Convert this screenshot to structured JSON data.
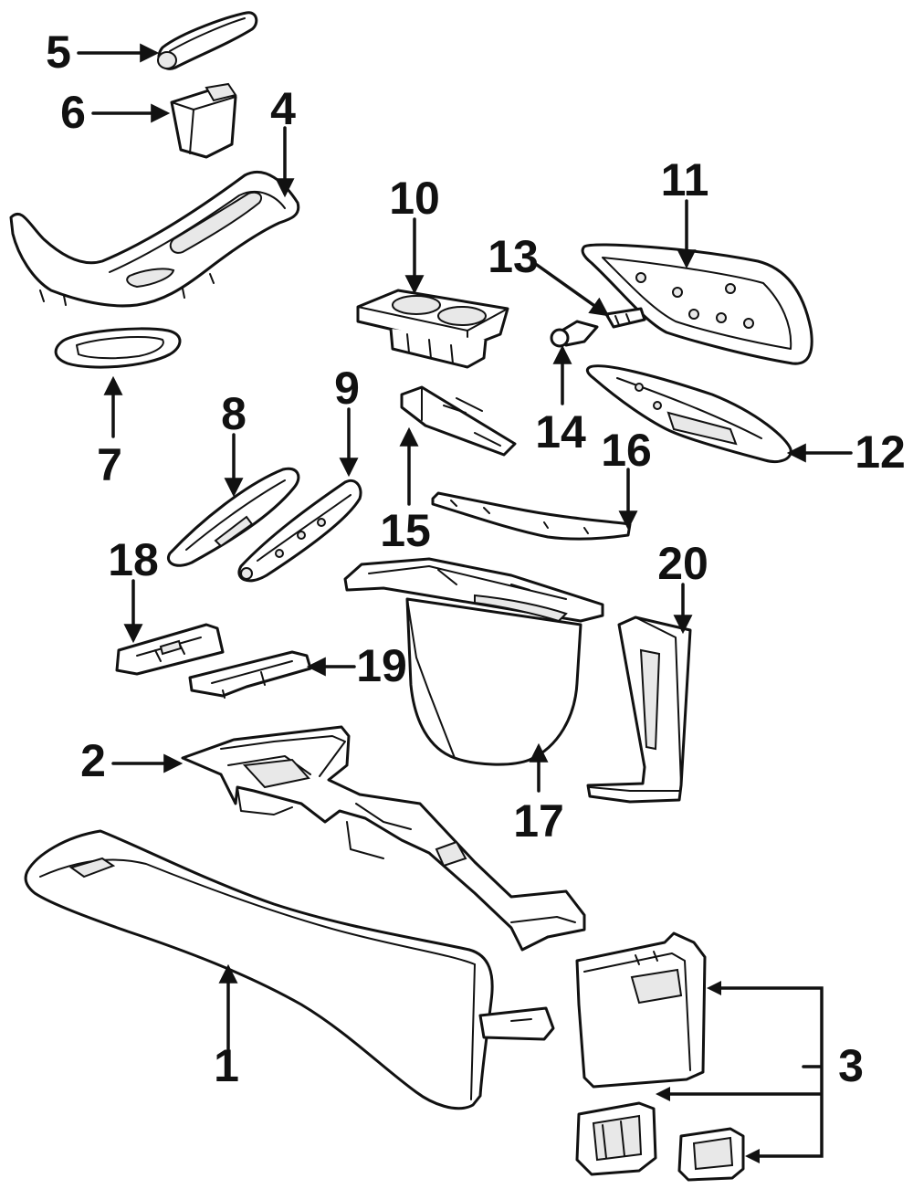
{
  "callouts": [
    {
      "label": "1"
    },
    {
      "label": "2"
    },
    {
      "label": "3"
    },
    {
      "label": "4"
    },
    {
      "label": "5"
    },
    {
      "label": "6"
    },
    {
      "label": "7"
    },
    {
      "label": "8"
    },
    {
      "label": "9"
    },
    {
      "label": "10"
    },
    {
      "label": "11"
    },
    {
      "label": "12"
    },
    {
      "label": "13"
    },
    {
      "label": "14"
    },
    {
      "label": "15"
    },
    {
      "label": "16"
    },
    {
      "label": "17"
    },
    {
      "label": "18"
    },
    {
      "label": "19"
    },
    {
      "label": "20"
    }
  ]
}
